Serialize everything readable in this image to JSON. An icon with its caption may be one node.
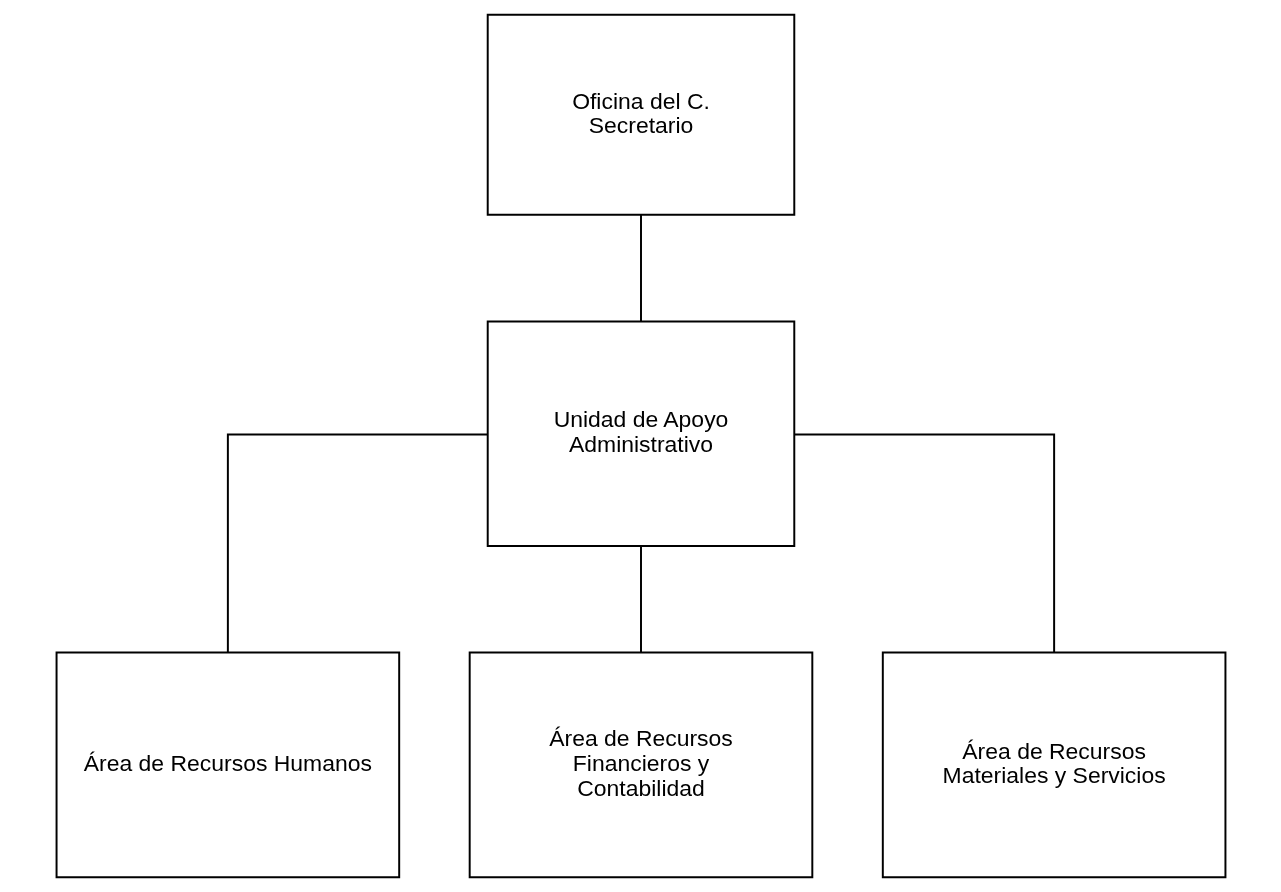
{
  "diagram": {
    "nodes": [
      {
        "text": [
          "Oficina del C. Secretario"
        ]
      },
      {
        "text": [
          "Unidad de Apoyo Administrativo"
        ]
      },
      {
        "text": [
          "Área de Recursos Humanos"
        ]
      },
      {
        "text": [
          "Área de Recursos Financieros y Contabilidad"
        ]
      },
      {
        "text": [
          "Área de Recursos Materiales y Servicios"
        ]
      }
    ],
    "edges": [
      {
        "from": 0,
        "to": 1,
        "arrow": "none"
      },
      {
        "from": 1,
        "to": 2,
        "arrow": "none"
      },
      {
        "from": 1,
        "to": 3,
        "arrow": "none"
      },
      {
        "from": 1,
        "to": 4,
        "arrow": "none"
      }
    ]
  }
}
